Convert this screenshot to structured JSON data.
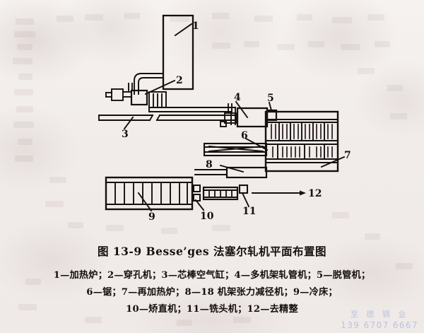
{
  "figure": {
    "title_full": "图 13-9    Besse’ges 法塞尔轧机平面布置图",
    "number": "图 13-9",
    "name_latin": "Besse’ges",
    "name_cn": "法塞尔轧机平面布置图",
    "type": "plant-layout-diagram"
  },
  "legend": {
    "lines": [
      "1—加热炉；2—穿孔机；3—芯棒空气缸；4—多机架轧管机；5—脱管机；",
      "6—锯；7—再加热炉；8—18 机架张力减径机；9—冷床；",
      "10—矫直机；11—铣头机；12—去精整"
    ],
    "items": [
      {
        "id": "1",
        "label": "加热炉"
      },
      {
        "id": "2",
        "label": "穿孔机"
      },
      {
        "id": "3",
        "label": "芯棒空气缸"
      },
      {
        "id": "4",
        "label": "多机架轧管机"
      },
      {
        "id": "5",
        "label": "脱管机"
      },
      {
        "id": "6",
        "label": "锯"
      },
      {
        "id": "7",
        "label": "再加热炉"
      },
      {
        "id": "8",
        "label": "18 机架张力减径机"
      },
      {
        "id": "9",
        "label": "冷床"
      },
      {
        "id": "10",
        "label": "矫直机"
      },
      {
        "id": "11",
        "label": "铣头机"
      },
      {
        "id": "12",
        "label": "去精整"
      }
    ]
  },
  "callouts": {
    "n1": "1",
    "n2": "2",
    "n3": "3",
    "n4": "4",
    "n5": "5",
    "n6": "6",
    "n7": "7",
    "n8": "8",
    "n9": "9",
    "n10": "10",
    "n11": "11",
    "n12": "12"
  },
  "watermark": {
    "name": "至 德 钢 业",
    "phone": "139 6707 6667",
    "color": "#8fa3d4"
  },
  "colors": {
    "ink": "#15100f",
    "paper": "#f2eeec",
    "watermark": "#8fa3d4"
  }
}
